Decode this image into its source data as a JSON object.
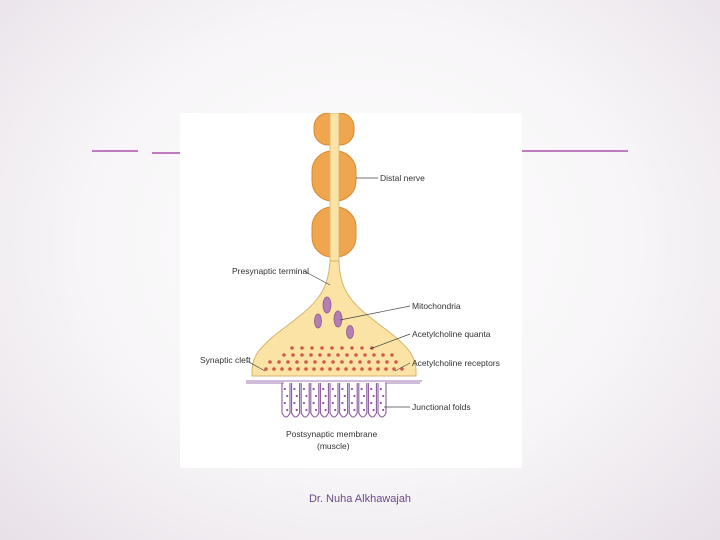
{
  "labels": {
    "distal_nerve": "Distal nerve",
    "presynaptic_terminal": "Presynaptic terminal",
    "mitochondria": "Mitochondria",
    "ach_quanta": "Acetylcholine quanta",
    "synaptic_cleft": "Synaptic cleft",
    "ach_receptors": "Acetylcholine receptors",
    "junctional_folds": "Junctional folds",
    "postsynaptic_line1": "Postsynaptic membrane",
    "postsynaptic_line2": "(muscle)"
  },
  "footer": {
    "author": "Dr. Nuha Alkhawajah"
  },
  "colors": {
    "accent_line": "#c07ac0",
    "myelin": "#f0a64e",
    "terminal": "#fbe3a6",
    "quanta": "#d05a4a",
    "mitochondria": "#b37fb0",
    "folds": "#8a5aa0"
  }
}
